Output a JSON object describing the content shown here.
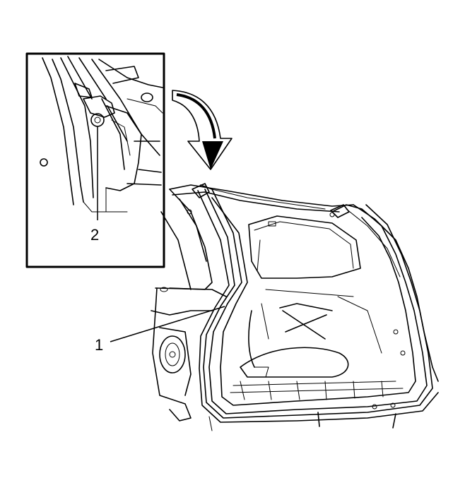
{
  "diagram": {
    "callouts": [
      {
        "id": "1",
        "label": "1"
      },
      {
        "id": "2",
        "label": "2"
      }
    ],
    "colors": {
      "line": "#000000",
      "background": "#ffffff"
    },
    "icons": {
      "arrow": "curved-arrow-icon"
    }
  }
}
